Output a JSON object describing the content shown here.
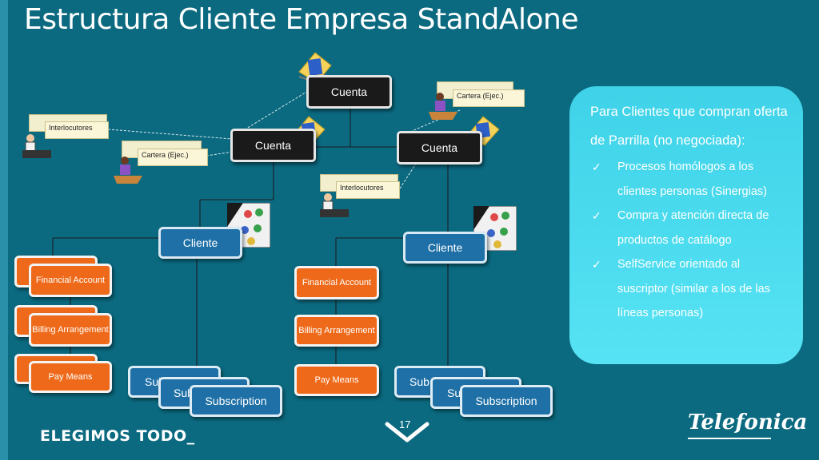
{
  "title": "Estructura Cliente Empresa StandAlone",
  "nodes": {
    "cuenta_top": "Cuenta",
    "cuenta_left": "Cuenta",
    "cuenta_right": "Cuenta",
    "cliente_left": "Cliente",
    "cliente_right": "Cliente",
    "financial_account": "Financial Account",
    "billing_arrangement": "Billing Arrangement",
    "pay_means": "Pay Means",
    "subscription": "Subscription",
    "sub_partial_1": "Sub",
    "sub_partial_2": "Sub"
  },
  "cards": {
    "interlocutores": "Interlocutores",
    "cartera": "Cartera (Ejec.)"
  },
  "panel": {
    "intro": "Para Clientes que compran oferta de Parrilla (no negociada):",
    "bullets": [
      "Procesos homólogos a los clientes personas (Sinergias)",
      "Compra y atención directa de productos de catálogo",
      "SelfService orientado al suscriptor  (similar a los de las líneas personas)"
    ]
  },
  "footer": {
    "slogan": "ELEGIMOS TODO_",
    "page_number": "17",
    "logo": "Telefonica"
  },
  "colors": {
    "background": "#0b6a80",
    "node_blue": "#1f70a6",
    "node_orange": "#ee6a1a",
    "node_dark": "#1a1a1a",
    "panel": "#4ddcef"
  }
}
